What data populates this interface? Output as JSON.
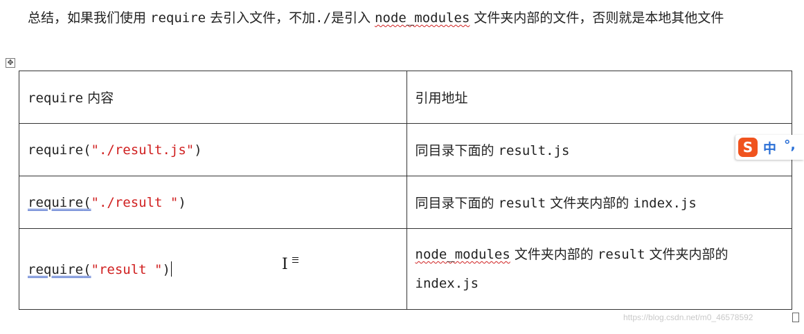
{
  "paragraph": {
    "part1": "总结，如果我们使用 ",
    "code1": "require",
    "part2": " 去引入文件，不加",
    "code2": "./",
    "part3": "是引入 ",
    "code3": "node_modules",
    "part4": " 文件夹内部的文件，否则就是本地其他文件"
  },
  "table_handle_icon": "move-icon",
  "table": {
    "header": {
      "col1_code": "require",
      "col1_text": " 内容",
      "col2": "引用地址"
    },
    "rows": [
      {
        "fn": "require",
        "open": "(",
        "str": "\"./result.js\"",
        "close": ")",
        "addr_text": "同目录下面的 ",
        "addr_code": "result.js",
        "addr_text2": "",
        "addr_code2": ""
      },
      {
        "fn": "require",
        "open": "(",
        "str": "\"./result \"",
        "close": ")",
        "addr_text": "同目录下面的 ",
        "addr_code": "result",
        "addr_text2": " 文件夹内部的 ",
        "addr_code2": "index.js"
      },
      {
        "fn": "require",
        "open": "(",
        "str": "\"result \"",
        "close": ")",
        "addr_code": "node_modules",
        "addr_text": " 文件夹内部的 ",
        "addr_code_b": "result",
        "addr_text2": " 文件夹内部的",
        "addr_code2": "index.js"
      }
    ]
  },
  "ime": {
    "logo": "S",
    "mode": "中",
    "punct": "°,"
  },
  "watermark": "https://blog.csdn.net/m0_46578592"
}
